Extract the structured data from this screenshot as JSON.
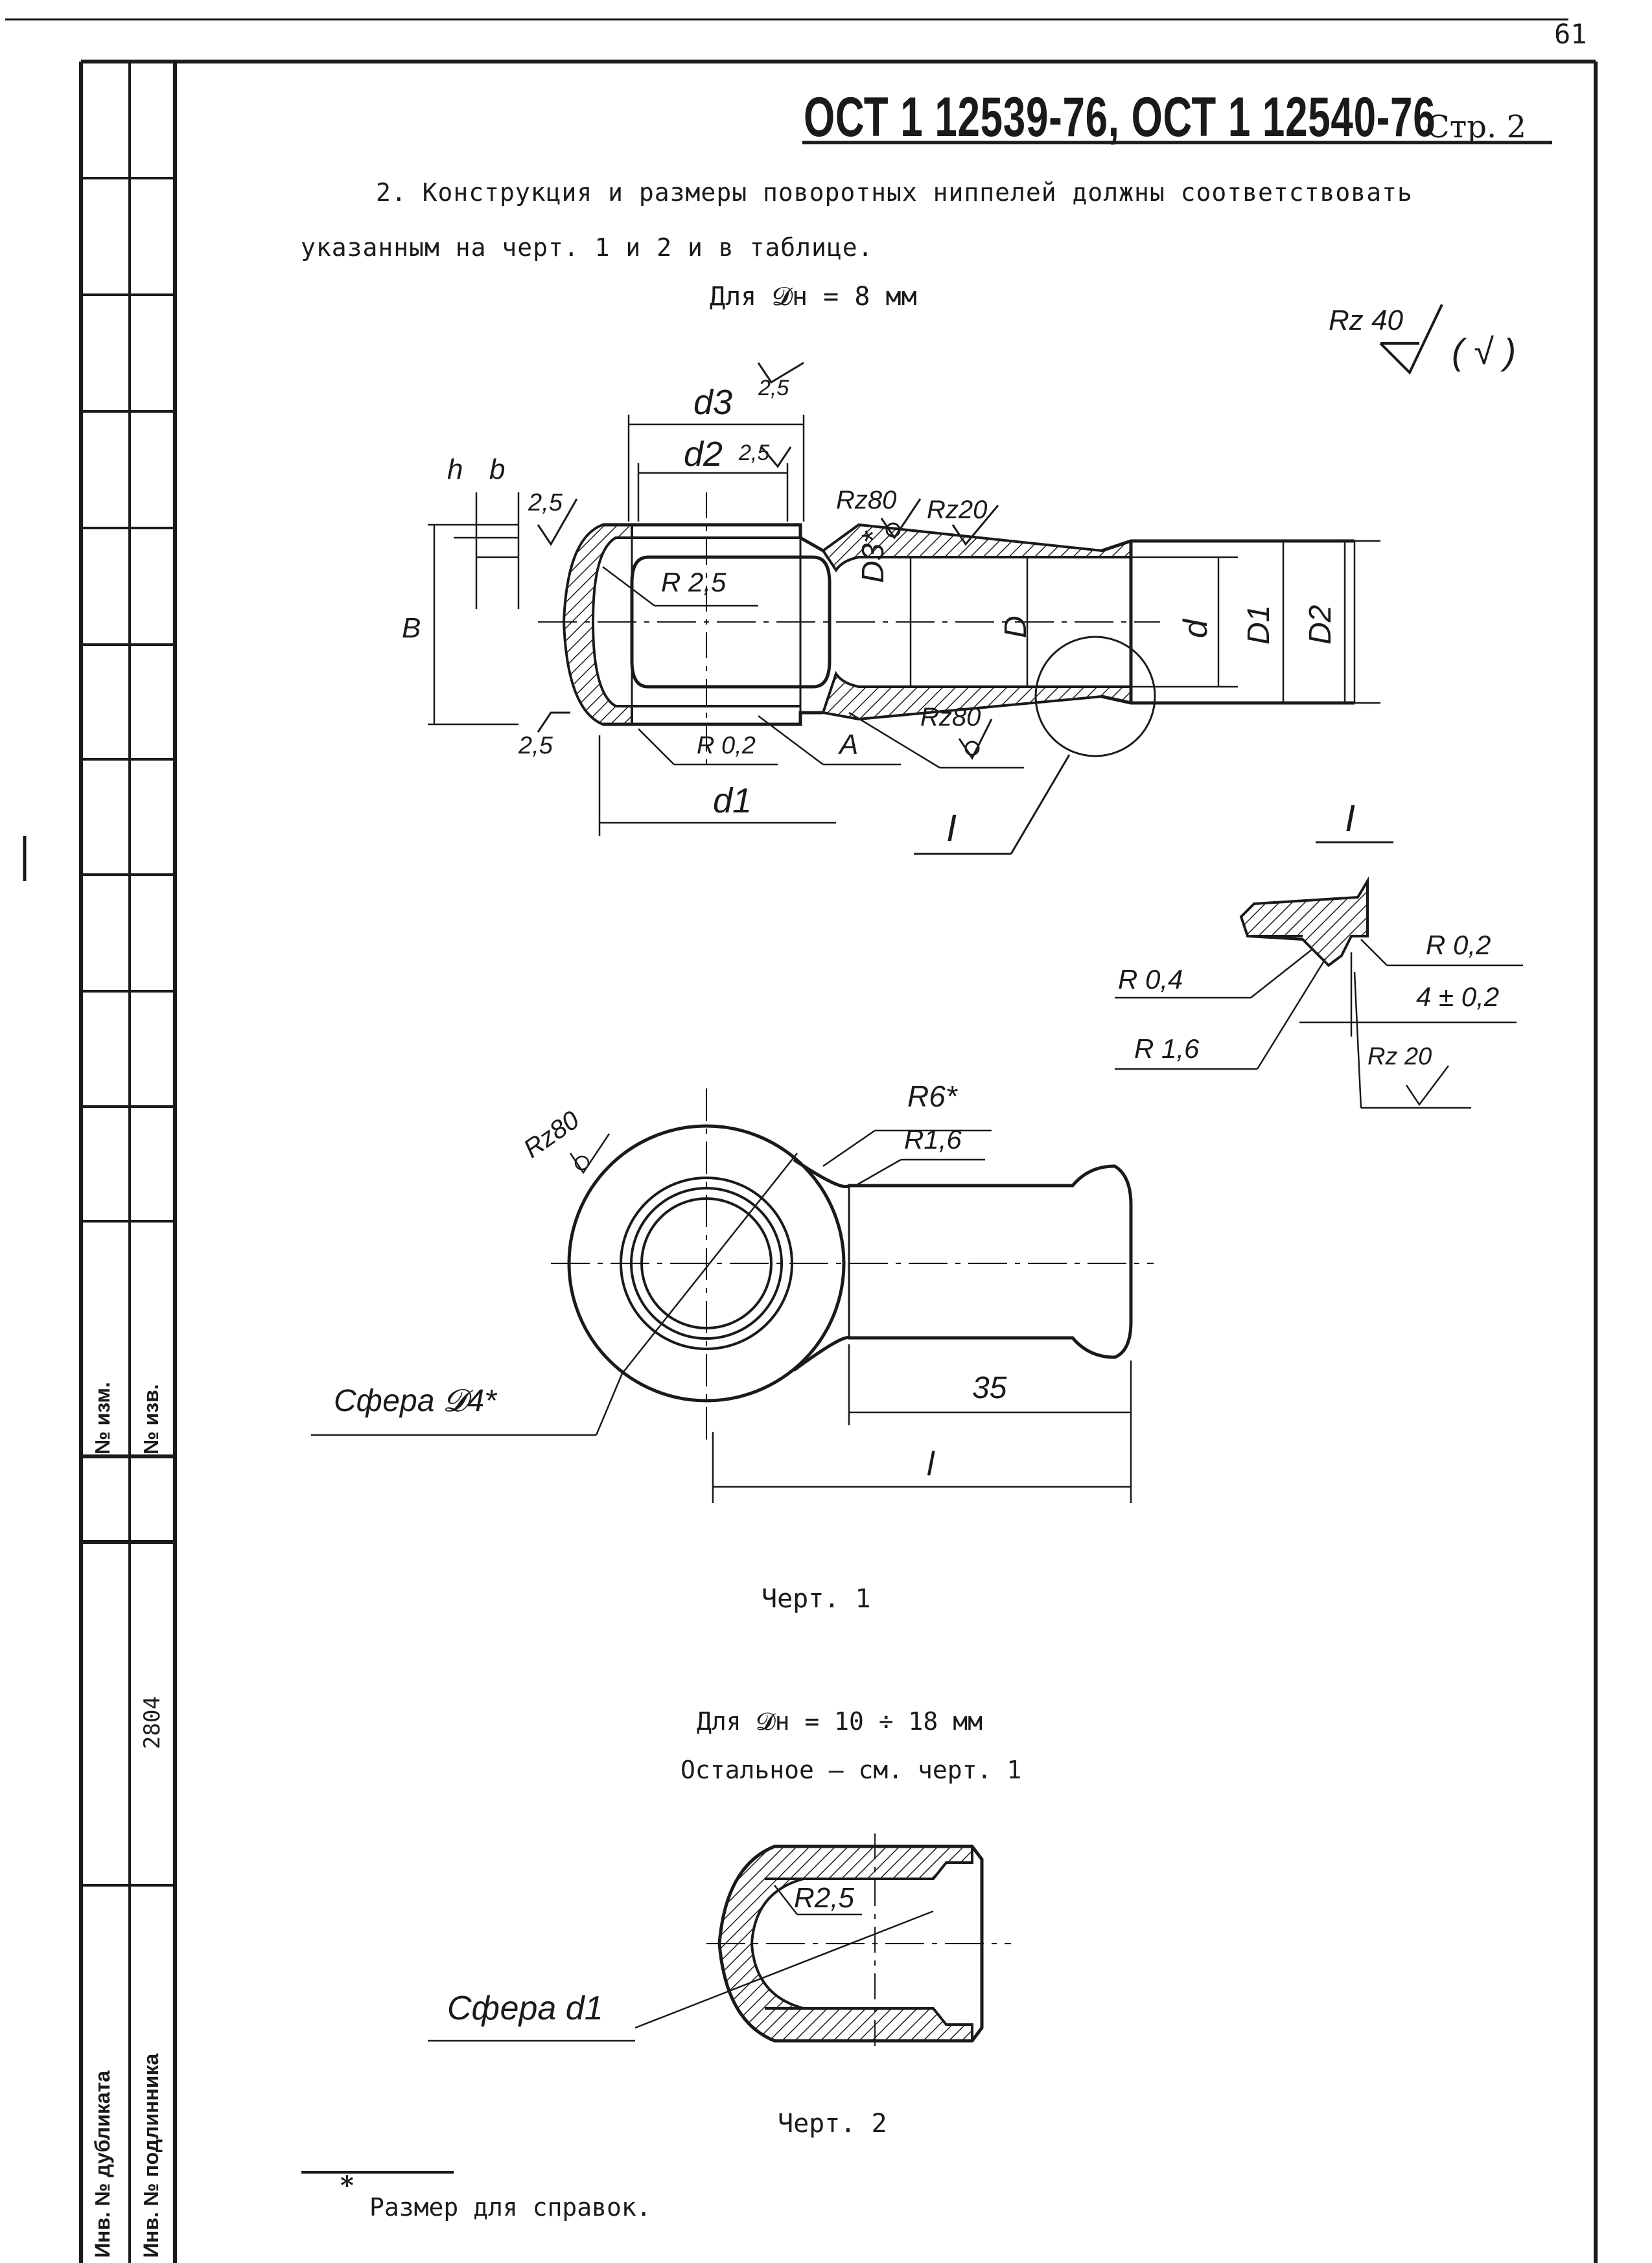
{
  "page": {
    "page_number": "61",
    "standard_title": "ОСТ 1 12539-76, ОСТ 1 12540-76",
    "page_label": "Стр. 2"
  },
  "text": {
    "paragraph_line1": "2. Конструкция и размеры поворотных ниппелей должны соответствовать",
    "paragraph_line2": "указанным на черт. 1 и 2 и в таблице.",
    "fig1_condition": "Для  𝓓н = 8 мм",
    "fig1_caption": "Черт. 1",
    "fig2_condition": "Для  𝓓н = 10 ÷ 18 мм",
    "fig2_note": "Остальное – см. черт. 1",
    "fig2_caption": "Черт. 2",
    "footnote": "Размер для справок."
  },
  "fig1_labels": {
    "roughness_general": "Rz 40",
    "roughness_paren": "( √ )",
    "d3": "d3",
    "d2": "d2",
    "d1": "d1",
    "h": "h",
    "b": "b",
    "B": "B",
    "val_2_5_a": "2,5",
    "val_2_5_b": "2,5",
    "val_2_5_c": "2,5",
    "val_2_5_d": "2,5",
    "rz80_a": "Rz80",
    "rz20_a": "Rz20",
    "rz80_b": "Rz80",
    "r2_5": "R 2,5",
    "r0_2": "R 0,2",
    "A": "A",
    "D3": "D3*",
    "D": "D",
    "d": "d",
    "D1": "D1",
    "D2": "D2",
    "detail_callout": "I"
  },
  "detail_labels": {
    "title": "I",
    "r0_2": "R 0,2",
    "r0_4": "R 0,4",
    "r1_6": "R 1,6",
    "tol": "4 ± 0,2",
    "rz20": "Rz 20"
  },
  "plan_labels": {
    "rz80": "Rz80",
    "r6": "R6*",
    "r1_6": "R1,6",
    "sphere": "Сфера 𝓓4*",
    "dim35": "35",
    "l": "l"
  },
  "fig2_labels": {
    "r2_5": "R2,5",
    "sphere": "Сфера d1"
  },
  "stamp": {
    "izm": "№ изм.",
    "izv": "№ изв.",
    "inv_dubl": "Инв. № дубликата",
    "inv_podl": "Инв. № подлинника",
    "inv_number": "2804"
  }
}
